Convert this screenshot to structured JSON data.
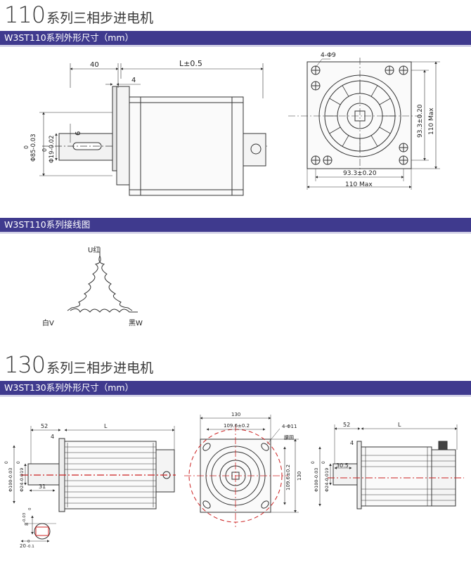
{
  "section110": {
    "title_num": "110",
    "title_text": "系列三相步进电机",
    "bar_dims": "W3ST110系列外形尺寸（mm）",
    "bar_wiring": "W3ST110系列接线图",
    "dims": {
      "d40": "40",
      "dL": "L±0.5",
      "d4": "4",
      "d6": "6",
      "d85a": "0",
      "d85b": "Φ85-0.03",
      "d19a": "0",
      "d19b": "Φ19-0.02",
      "holes": "4-Φ9",
      "d933v": "93.3±0.20",
      "d110v": "110 Max",
      "d933h": "93.3±0.20",
      "d110h": "110  Max"
    },
    "wiring": {
      "u": "U红",
      "v": "白V",
      "w": "黑W"
    }
  },
  "section130": {
    "title_num": "130",
    "title_text": "系列三相步进电机",
    "bar_dims": "W3ST130系列外形尺寸（mm）",
    "dims": {
      "d52a": "52",
      "dLa": "L",
      "d4a": "4",
      "d100a": "Φ100-0.03",
      "d100a0": "0",
      "d24a": "Φ24-0.019",
      "d24a0": "0",
      "d31": "31",
      "d8": "8",
      "d8t": "-0.03",
      "d8z": "0",
      "d20": "20",
      "d20t": "-0.1",
      "d20z": "0",
      "d130top": "130",
      "d1096top": "109.6±0.2",
      "holes": "4-Φ11",
      "holesub": "腰圆",
      "d1096side": "109.6±0.2",
      "d130side": "130",
      "d52b": "52",
      "dLb": "L",
      "d4b": "4",
      "d305": "30.5",
      "d100b": "Φ100-0.03",
      "d100b0": "0",
      "d24b": "Φ24-0.019",
      "d24b0": "0"
    }
  },
  "colors": {
    "bar": "#3f3a8e",
    "title": "#3a3a3a",
    "dashed_red": "#cc2222"
  }
}
